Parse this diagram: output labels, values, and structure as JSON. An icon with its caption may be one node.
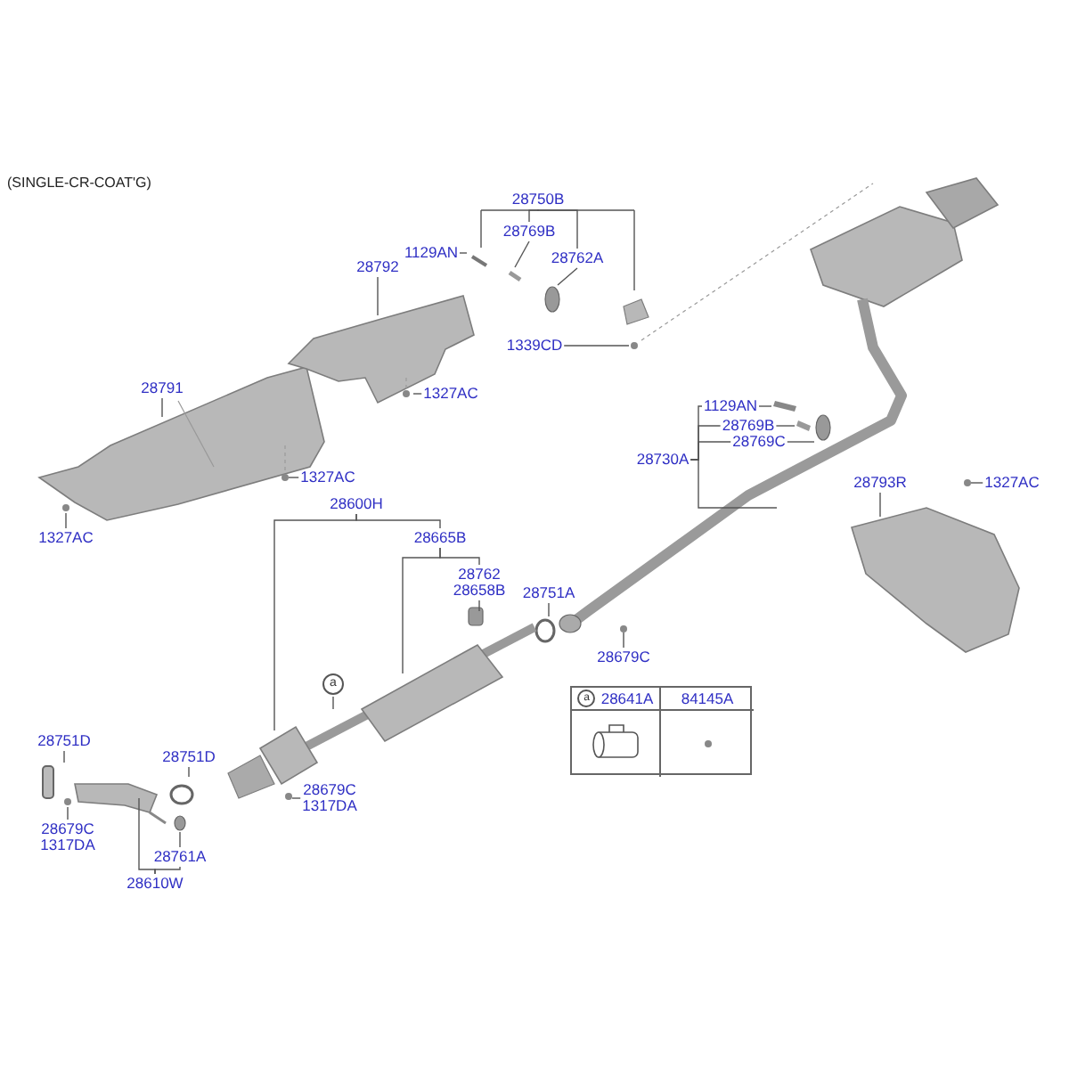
{
  "diagram": {
    "nodes": [
      {
        "text": [
          "28792"
        ]
      },
      {
        "text": [
          "28791"
        ]
      },
      {
        "text": [
          "1327AC"
        ]
      },
      {
        "text": [
          "1327AC"
        ]
      },
      {
        "text": [
          "1327AC"
        ]
      },
      {
        "text": [
          "28750B"
        ]
      },
      {
        "text": [
          "28769B"
        ]
      },
      {
        "text": [
          "1129AN"
        ]
      },
      {
        "text": [
          "28762A"
        ]
      },
      {
        "text": [
          "1339CD"
        ]
      },
      {
        "text": [
          "1129AN"
        ]
      },
      {
        "text": [
          "28769B"
        ]
      },
      {
        "text": [
          "28769C"
        ]
      },
      {
        "text": [
          "28730A"
        ]
      },
      {
        "text": [
          "28793R"
        ]
      },
      {
        "text": [
          "1327AC"
        ]
      },
      {
        "text": [
          "28600H"
        ]
      },
      {
        "text": [
          "28665B"
        ]
      },
      {
        "text": [
          "28762",
          "28658B"
        ]
      },
      {
        "text": [
          "28751A"
        ]
      },
      {
        "text": [
          "28679C"
        ]
      },
      {
        "text": [
          "28751D"
        ]
      },
      {
        "text": [
          "28751D"
        ]
      },
      {
        "text": [
          "28679C",
          "1317DA"
        ]
      },
      {
        "text": [
          "28679C",
          "1317DA"
        ]
      },
      {
        "text": [
          "28761A"
        ]
      },
      {
        "text": [
          "28610W"
        ]
      },
      {
        "text": [
          "a"
        ]
      }
    ],
    "edges": [
      {
        "from": 0,
        "to": null,
        "arrow": "none"
      },
      {
        "from": 1,
        "to": null,
        "arrow": "none"
      },
      {
        "from": 2,
        "to": null,
        "arrow": "none"
      },
      {
        "from": 3,
        "to": null,
        "arrow": "none"
      },
      {
        "from": 4,
        "to": null,
        "arrow": "none"
      },
      {
        "from": 5,
        "to": null,
        "arrow": "none"
      },
      {
        "from": 5,
        "to": 6,
        "arrow": "none"
      },
      {
        "from": 5,
        "to": 8,
        "arrow": "none"
      },
      {
        "from": 6,
        "to": null,
        "arrow": "none"
      },
      {
        "from": 7,
        "to": null,
        "arrow": "none"
      },
      {
        "from": 8,
        "to": null,
        "arrow": "none"
      },
      {
        "from": 9,
        "to": null,
        "arrow": "none"
      },
      {
        "from": 10,
        "to": null,
        "arrow": "none"
      },
      {
        "from": 11,
        "to": null,
        "arrow": "none"
      },
      {
        "from": 12,
        "to": null,
        "arrow": "none"
      },
      {
        "from": 13,
        "to": null,
        "arrow": "none"
      },
      {
        "from": 13,
        "to": 10,
        "arrow": "none"
      },
      {
        "from": 13,
        "to": 11,
        "arrow": "none"
      },
      {
        "from": 13,
        "to": 12,
        "arrow": "none"
      },
      {
        "from": 14,
        "to": null,
        "arrow": "none"
      },
      {
        "from": 15,
        "to": null,
        "arrow": "none"
      },
      {
        "from": 16,
        "to": null,
        "arrow": "none"
      },
      {
        "from": 16,
        "to": 17,
        "arrow": "none"
      },
      {
        "from": 17,
        "to": null,
        "arrow": "none"
      },
      {
        "from": 17,
        "to": 18,
        "arrow": "none"
      },
      {
        "from": 18,
        "to": null,
        "arrow": "none"
      },
      {
        "from": 19,
        "to": null,
        "arrow": "none"
      },
      {
        "from": 20,
        "to": null,
        "arrow": "none"
      },
      {
        "from": 21,
        "to": null,
        "arrow": "none"
      },
      {
        "from": 22,
        "to": null,
        "arrow": "none"
      },
      {
        "from": 23,
        "to": null,
        "arrow": "none"
      },
      {
        "from": 24,
        "to": null,
        "arrow": "none"
      },
      {
        "from": 25,
        "to": null,
        "arrow": "none"
      },
      {
        "from": 26,
        "to": null,
        "arrow": "none"
      },
      {
        "from": 26,
        "to": 25,
        "arrow": "none"
      },
      {
        "from": 27,
        "to": null,
        "arrow": "none"
      }
    ],
    "labels": [
      "(SINGLE-CR-COAT'G)",
      "a",
      "28641A",
      "84145A"
    ]
  }
}
